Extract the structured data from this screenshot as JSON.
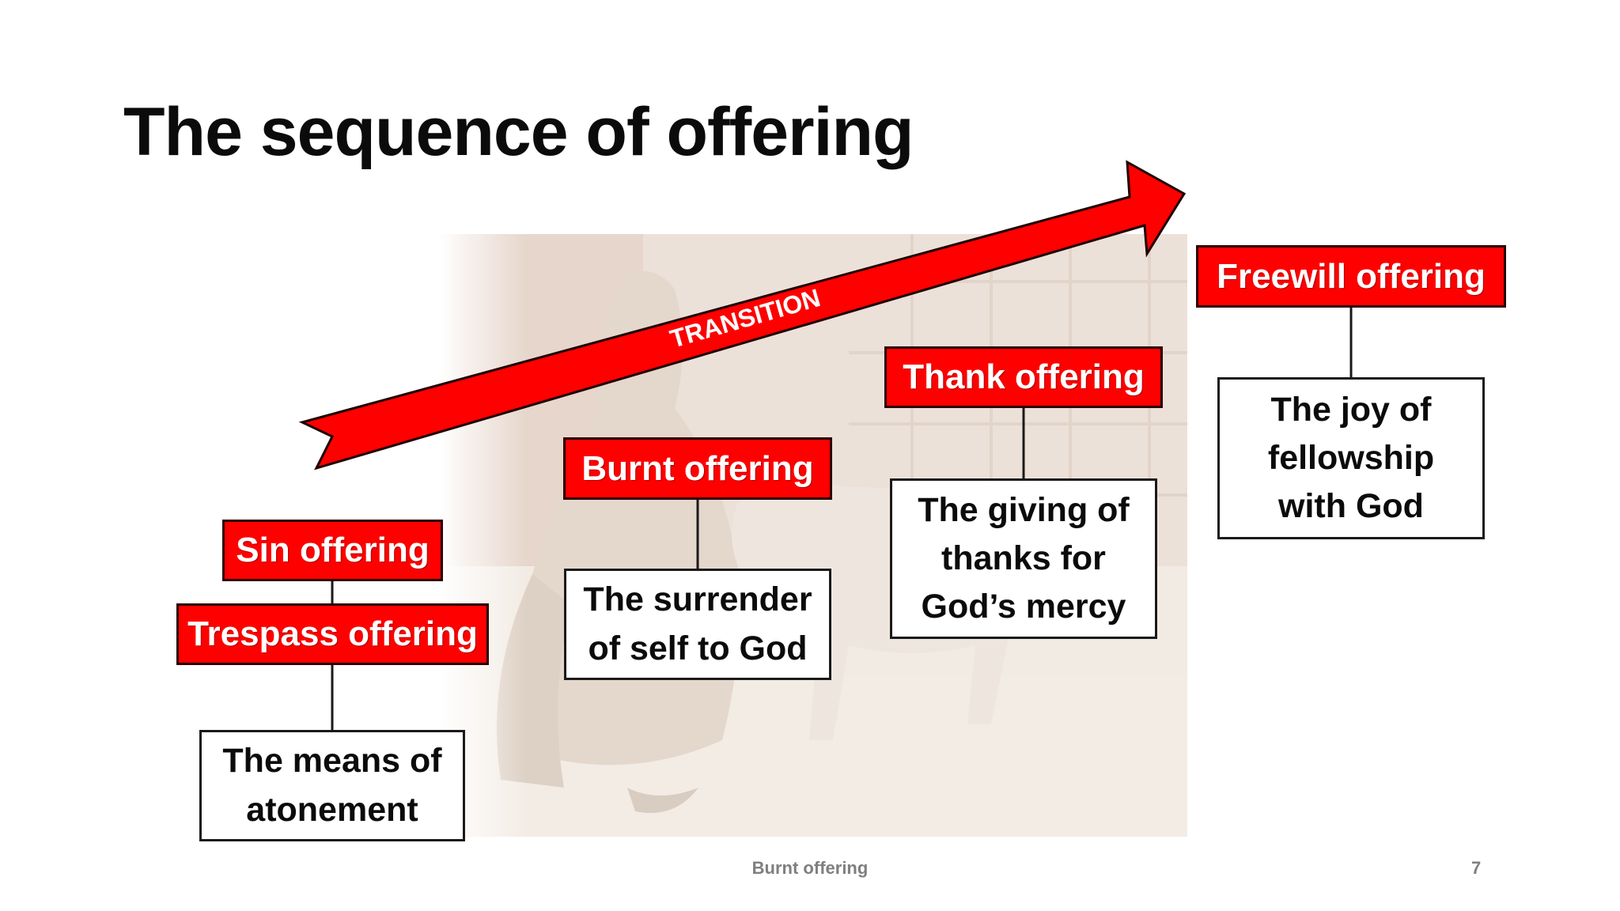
{
  "slide": {
    "title": "The sequence of offering",
    "footer": "Burnt offering",
    "page_number": "7"
  },
  "arrow": {
    "label": "TRANSITION",
    "color": "#ff0000"
  },
  "stages": [
    {
      "labels": [
        "Sin offering",
        "Trespass offering"
      ],
      "description": [
        "The means of",
        "atonement"
      ]
    },
    {
      "labels": [
        "Burnt offering"
      ],
      "description": [
        "The surrender",
        "of self to God"
      ]
    },
    {
      "labels": [
        "Thank offering"
      ],
      "description": [
        "The giving of",
        "thanks for",
        "God’s mercy"
      ]
    },
    {
      "labels": [
        "Freewill offering"
      ],
      "description": [
        "The joy of",
        "fellowship",
        "with God"
      ]
    }
  ],
  "colors": {
    "label_fill": "#ff0000",
    "label_text": "#ffffff",
    "box_border": "#1a1a1a",
    "footer_text": "#7f7f7f"
  }
}
